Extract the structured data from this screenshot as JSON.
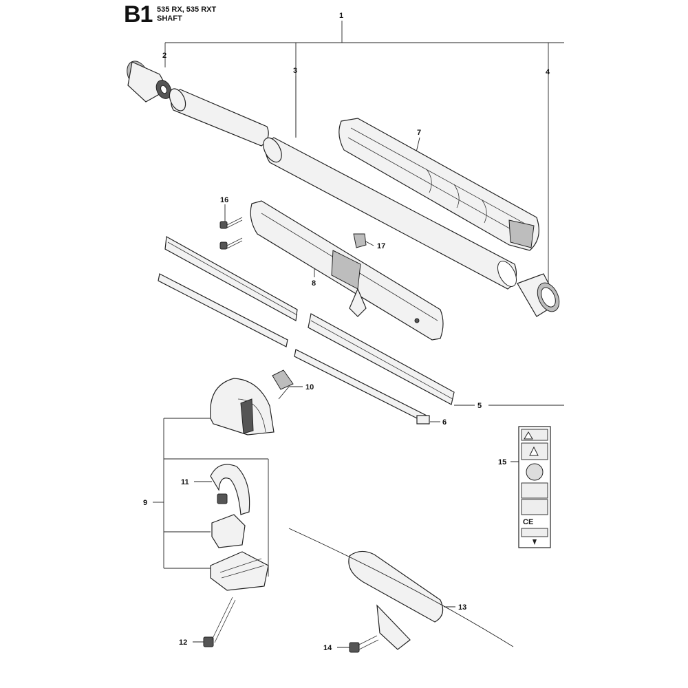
{
  "header": {
    "section_code": "B1",
    "model": "535 RX, 535 RXT",
    "title": "SHAFT"
  },
  "callouts": [
    {
      "id": "c1",
      "text": "1"
    },
    {
      "id": "c2",
      "text": "2"
    },
    {
      "id": "c3",
      "text": "3"
    },
    {
      "id": "c4",
      "text": "4"
    },
    {
      "id": "c5",
      "text": "5"
    },
    {
      "id": "c6",
      "text": "6"
    },
    {
      "id": "c7",
      "text": "7"
    },
    {
      "id": "c8",
      "text": "8"
    },
    {
      "id": "c9",
      "text": "9"
    },
    {
      "id": "c10",
      "text": "10"
    },
    {
      "id": "c11",
      "text": "11"
    },
    {
      "id": "c12",
      "text": "12"
    },
    {
      "id": "c13",
      "text": "13"
    },
    {
      "id": "c14",
      "text": "14"
    },
    {
      "id": "c15",
      "text": "15"
    },
    {
      "id": "c16",
      "text": "16"
    },
    {
      "id": "c17",
      "text": "17"
    }
  ],
  "label_sticker": {
    "marks": [
      "CE"
    ]
  }
}
